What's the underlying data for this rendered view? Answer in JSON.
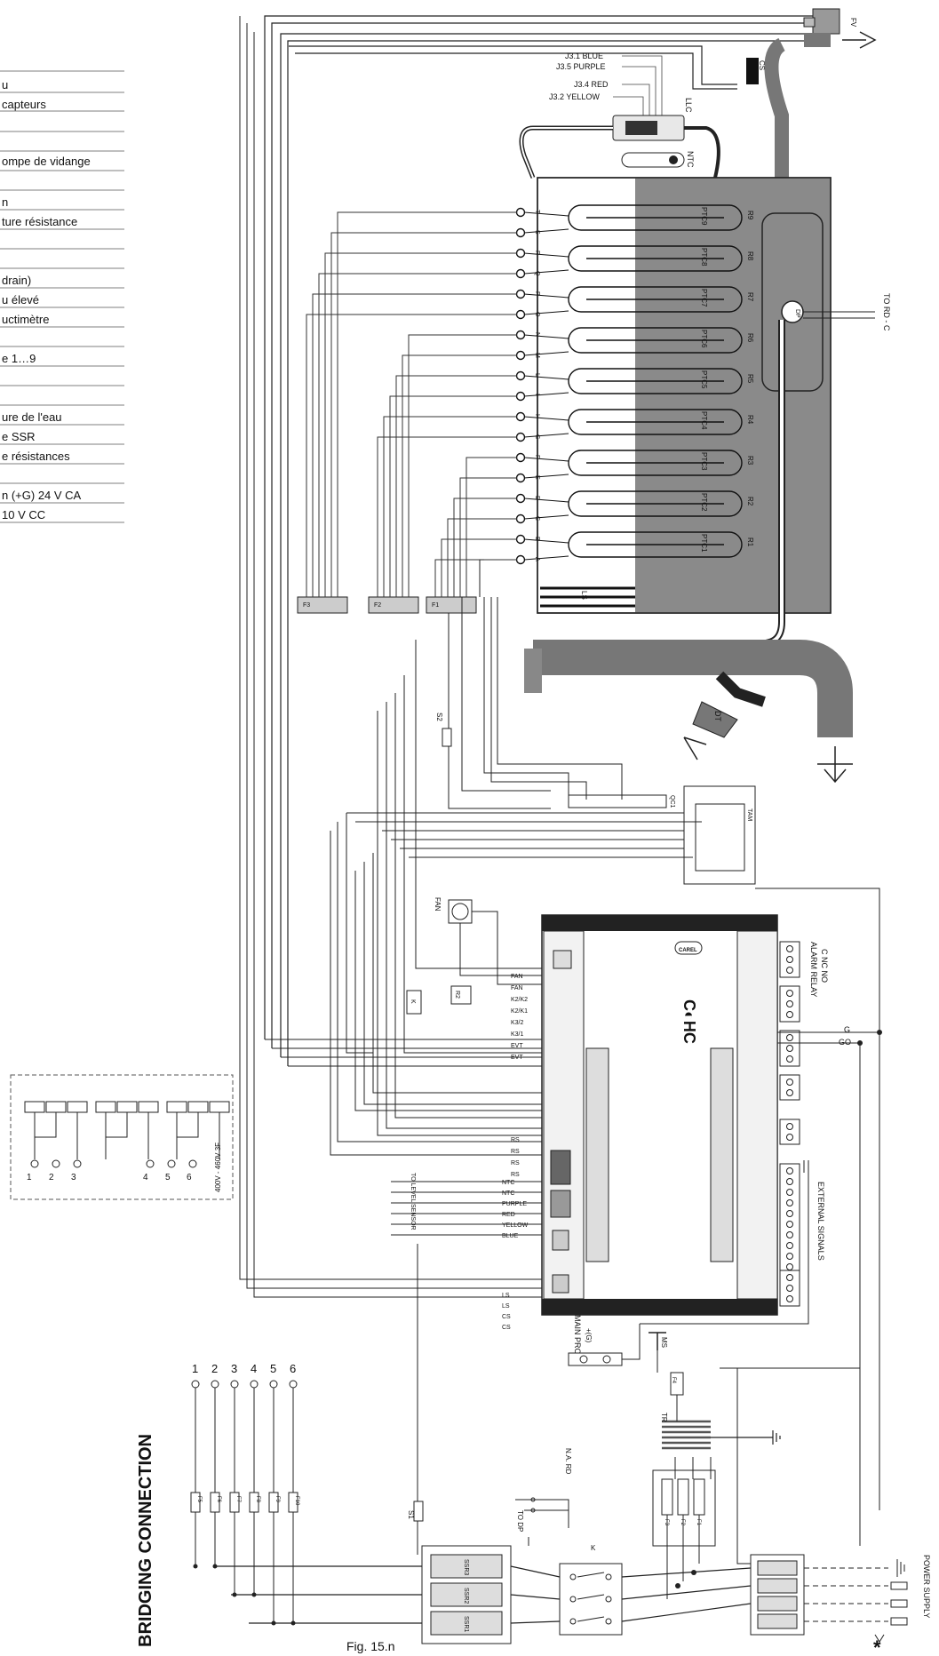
{
  "legend_fragments": [
    "u",
    "capteurs",
    "ompe de vidange",
    "n",
    "ture résistance",
    "drain)",
    "u élevé",
    "uctimètre",
    "e 1…9",
    "ure de l'eau",
    "e SSR",
    "e résistances",
    "n (+G) 24 V CA",
    "10 V CC"
  ],
  "wires_top": [
    "J3.1 BLUE",
    "J3.5 PURPLE",
    "J3.4 RED",
    "J3.2 YELLOW"
  ],
  "llc": "LLC",
  "fv": "FV",
  "cs": "CS",
  "ntc": "NTC",
  "tank": {
    "terminals": [
      "A",
      "B",
      "C",
      "D",
      "E",
      "F",
      "G",
      "H",
      "I",
      "L",
      "M",
      "N",
      "O",
      "P",
      "Q",
      "R",
      "S",
      "T"
    ],
    "ptc": [
      "PTC1",
      "PTC2",
      "PTC3",
      "PTC4",
      "PTC5",
      "PTC6",
      "PTC7",
      "PTC8",
      "PTC9"
    ],
    "res": [
      "R1",
      "R2",
      "R3",
      "R4",
      "R5",
      "R6",
      "R7",
      "R8",
      "R9"
    ],
    "dp": "DP",
    "ls": "LS",
    "to_rd": "TO RD - C"
  },
  "dt": "DT",
  "connectors": [
    "F3",
    "F2",
    "F1"
  ],
  "s2": "S2",
  "qc": "QC1",
  "ta": "TAM",
  "fan": "FAN",
  "controller": {
    "logo": "CAREL",
    "name": "C◐HC",
    "left_labels": [
      "FAN",
      "FAN",
      "K2/K2",
      "K2/K1",
      "K3/2",
      "K3/1",
      "EVT",
      "EVT",
      "RS",
      "RS",
      "RS",
      "RS"
    ],
    "lower_labels": [
      "NTC",
      "NTC",
      "PURPLE",
      "RED",
      "YELLOW",
      "BLUE",
      "LS",
      "LS",
      "CS",
      "CS"
    ],
    "level_sensor": "TO LEVEL SENSOR",
    "alarm_relay": "ALARM RELAY",
    "alarm_relay_sub": "C NC NO",
    "g": "G",
    "g0": "GO",
    "external_signals": "EXTERNAL SIGNALS",
    "r1": "R1",
    "r2": "R2"
  },
  "bottom": {
    "main_probe": "MAIN PROBE",
    "main_probe_g": "+(G)",
    "ms": "MS",
    "tr": "TR",
    "fuses": [
      "F1",
      "F2",
      "F3",
      "F4"
    ],
    "na_rd": "N.A. RD",
    "to_dp": "TO DP",
    "s1": "S1",
    "ssr": [
      "SSR3",
      "SSR2",
      "SSR1"
    ],
    "k": "K",
    "power_supply": "POWER SUPPLY",
    "asterisk": "*"
  },
  "bridging": {
    "title": "BRIDGING CONNECTION",
    "numbers": [
      "1",
      "2",
      "3",
      "4",
      "5",
      "6"
    ],
    "fuses": [
      "F5",
      "F6",
      "F7",
      "F8",
      "F9",
      "F10"
    ]
  },
  "inset": {
    "numbers": [
      "1",
      "2",
      "3",
      "4",
      "5",
      "6"
    ],
    "voltage": "400V - 460V 3F"
  },
  "caption": "Fig. 15.n"
}
